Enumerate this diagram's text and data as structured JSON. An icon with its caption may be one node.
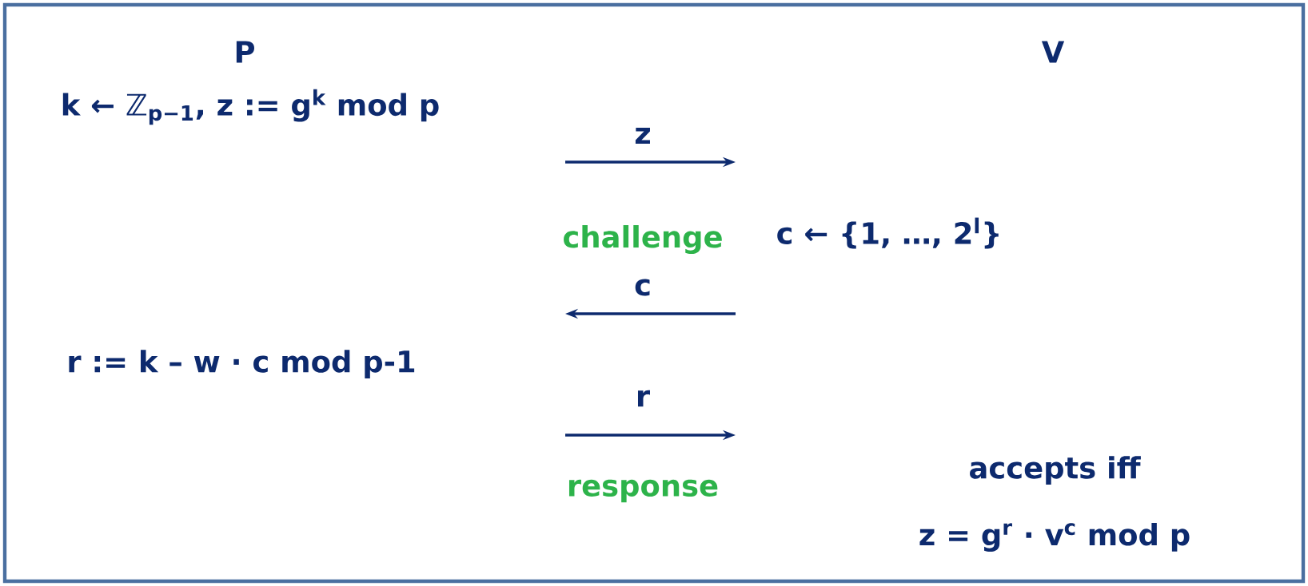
{
  "diagram": {
    "nodes": [
      {
        "text": [
          "P",
          "k ← ℤ$_{p−1}$, z := g$^{k}$ mod p",
          "r := k – w · c mod p-1"
        ]
      },
      {
        "text": [
          "V",
          "c ← {1, …, 2$^{l}$}",
          "accepts iff",
          "z = g$^{r}$ · v$^{c}$ mod p"
        ]
      }
    ],
    "labels": [
      "z",
      "challenge",
      "c",
      "r",
      "response"
    ]
  }
}
